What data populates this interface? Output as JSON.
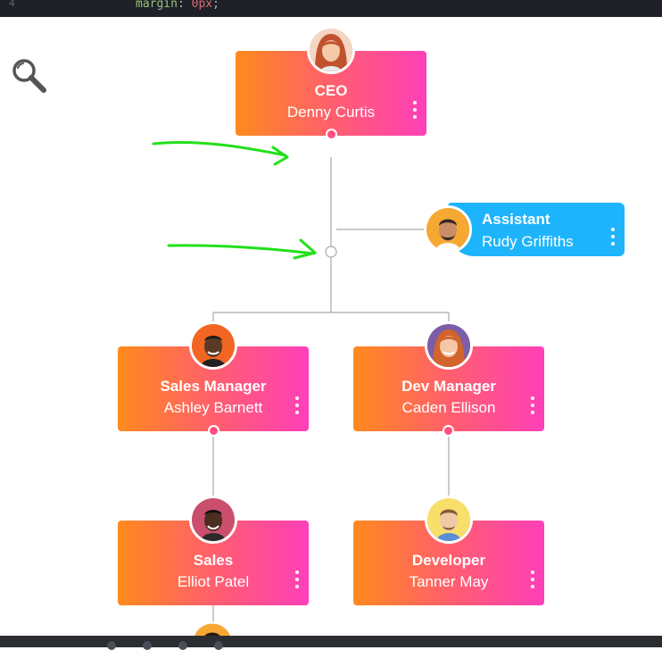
{
  "editor": {
    "line_number": "4",
    "code_property": "margin",
    "code_colon": ":",
    "code_value": "0px",
    "code_semicolon": ";"
  },
  "toolbar": {
    "icon": "search-icon"
  },
  "nodes": {
    "ceo": {
      "title": "CEO",
      "name": "Denny Curtis"
    },
    "assistant": {
      "title": "Assistant",
      "name": "Rudy Griffiths"
    },
    "sales_manager": {
      "title": "Sales Manager",
      "name": "Ashley Barnett"
    },
    "dev_manager": {
      "title": "Dev Manager",
      "name": "Caden Ellison"
    },
    "sales": {
      "title": "Sales",
      "name": "Elliot Patel"
    },
    "developer": {
      "title": "Developer",
      "name": "Tanner May"
    }
  },
  "colors": {
    "node_gradient_start": "#ff8a1d",
    "node_gradient_end": "#ff3fb9",
    "assistant": "#1eb4fb",
    "annotation_arrows": "#22e01a"
  }
}
